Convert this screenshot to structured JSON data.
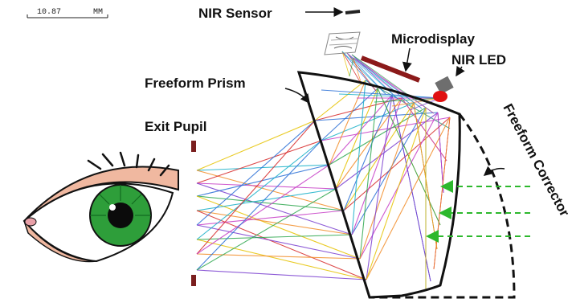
{
  "scale": {
    "value": "10.87",
    "unit": "MM"
  },
  "labels": {
    "nir_sensor": "NIR Sensor",
    "microdisplay": "Microdisplay",
    "nir_led": "NIR LED",
    "freeform_prism": "Freeform Prism",
    "exit_pupil": "Exit Pupil",
    "freeform_corrector": "Freeform Corrector"
  },
  "colors": {
    "microdisplay": "#8b1a1a",
    "exit_pupil": "#7a1f1f",
    "led": "#e01010",
    "corrector_arrows": "#2db82d",
    "iris": "#2e9e3a",
    "skin": "#f0b8a0",
    "rays": [
      "#e6c200",
      "#d62828",
      "#2a6fd6",
      "#18b0c8",
      "#c63cc6",
      "#2fa84f",
      "#f28c28",
      "#7a3fd0"
    ]
  }
}
